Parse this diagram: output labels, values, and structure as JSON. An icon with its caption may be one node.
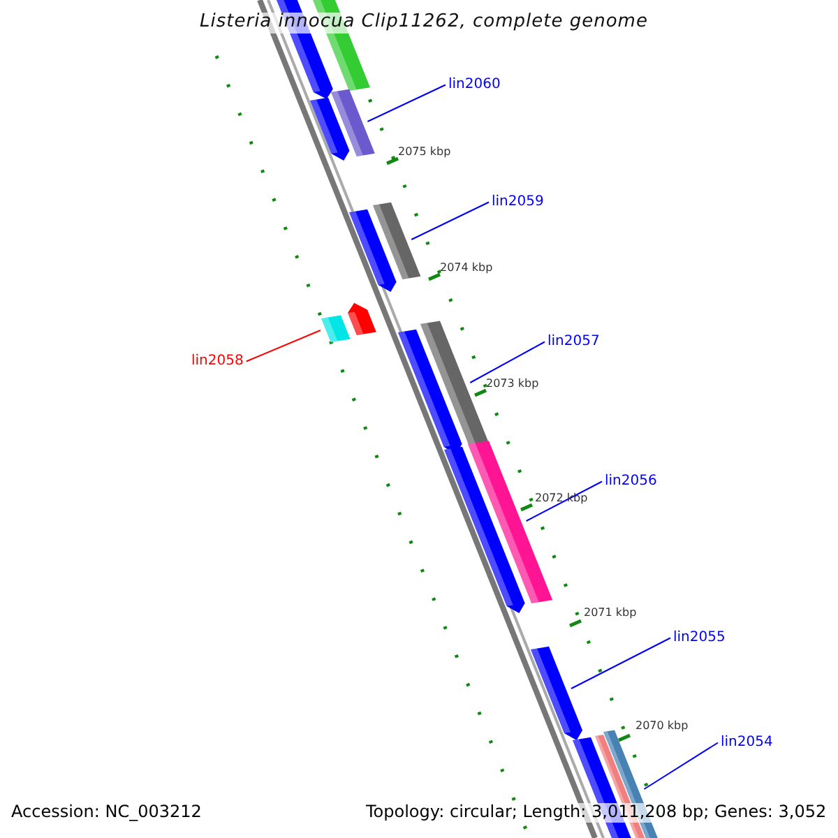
{
  "diagram": {
    "title": "Listeria innocua Clip11262, complete genome",
    "nodes": [
      {
        "text": [],
        "shape": "bar"
      },
      {
        "text": [],
        "shape": "bar"
      },
      {
        "text": [
          "lin2060"
        ]
      },
      {
        "text": [],
        "shape": "bar"
      },
      {
        "text": [],
        "shape": "bar"
      },
      {
        "text": [
          "lin2059"
        ]
      },
      {
        "text": [],
        "shape": "bar"
      },
      {
        "text": [],
        "shape": "bar"
      },
      {
        "text": [],
        "shape": "bar"
      },
      {
        "text": [],
        "shape": "bar"
      },
      {
        "text": [
          "lin2058"
        ]
      },
      {
        "text": [
          "lin2057"
        ]
      },
      {
        "text": [],
        "shape": "bar"
      },
      {
        "text": [],
        "shape": "bar"
      },
      {
        "text": [],
        "shape": "bar"
      },
      {
        "text": [],
        "shape": "bar"
      },
      {
        "text": [
          "lin2056"
        ]
      },
      {
        "text": [
          "lin2055"
        ]
      },
      {
        "text": [],
        "shape": "bar"
      },
      {
        "text": [
          "lin2054"
        ]
      },
      {
        "text": [],
        "shape": "bar"
      },
      {
        "text": [],
        "shape": "bar"
      },
      {
        "text": [],
        "shape": "bar"
      }
    ],
    "edges": [
      {
        "from": 2,
        "to": 3,
        "arrow": "none"
      },
      {
        "from": 5,
        "to": 6,
        "arrow": "none"
      },
      {
        "from": 10,
        "to": 9,
        "arrow": "none",
        "color": "#ff0000"
      },
      {
        "from": 11,
        "to": 12,
        "arrow": "none"
      },
      {
        "from": 16,
        "to": 14,
        "arrow": "none"
      },
      {
        "from": 17,
        "to": 18,
        "arrow": "none"
      },
      {
        "from": 19,
        "to": 20,
        "arrow": "none"
      }
    ],
    "labels": [
      "2075 kbp",
      "2074 kbp",
      "2073 kbp",
      "2072 kbp",
      "2071 kbp",
      "2070 kbp",
      "Accession: NC_003212",
      "Topology: circular; Length: 3,011,208 bp; Genes: 3,052"
    ]
  }
}
